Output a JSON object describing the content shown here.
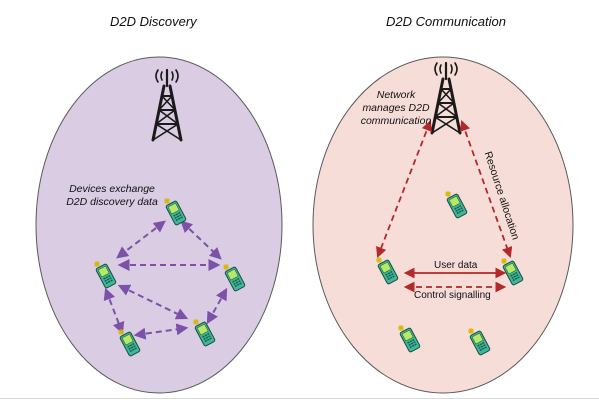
{
  "panels": {
    "left": {
      "title": "D2D Discovery",
      "caption_line1": "Devices exchange",
      "caption_line2": "D2D discovery data"
    },
    "right": {
      "title": "D2D Communication",
      "caption_line1": "Network",
      "caption_line2": "manages D2D",
      "caption_line3": "communication",
      "resource_label": "Resource allocation",
      "user_data_label": "User data",
      "control_label": "Control signalling"
    }
  },
  "colors": {
    "left_fill": "#d9cce3",
    "right_fill": "#f7ddd8",
    "ellipse_stroke": "#5a5a5a",
    "discovery_arrow": "#7b52a8",
    "comm_arrow": "#b3282b",
    "phone_body": "#3db89a",
    "phone_screen": "#b8e86a",
    "tower": "#1a1a1a"
  },
  "icons": [
    "cell-tower-icon",
    "mobile-phone-icon"
  ]
}
